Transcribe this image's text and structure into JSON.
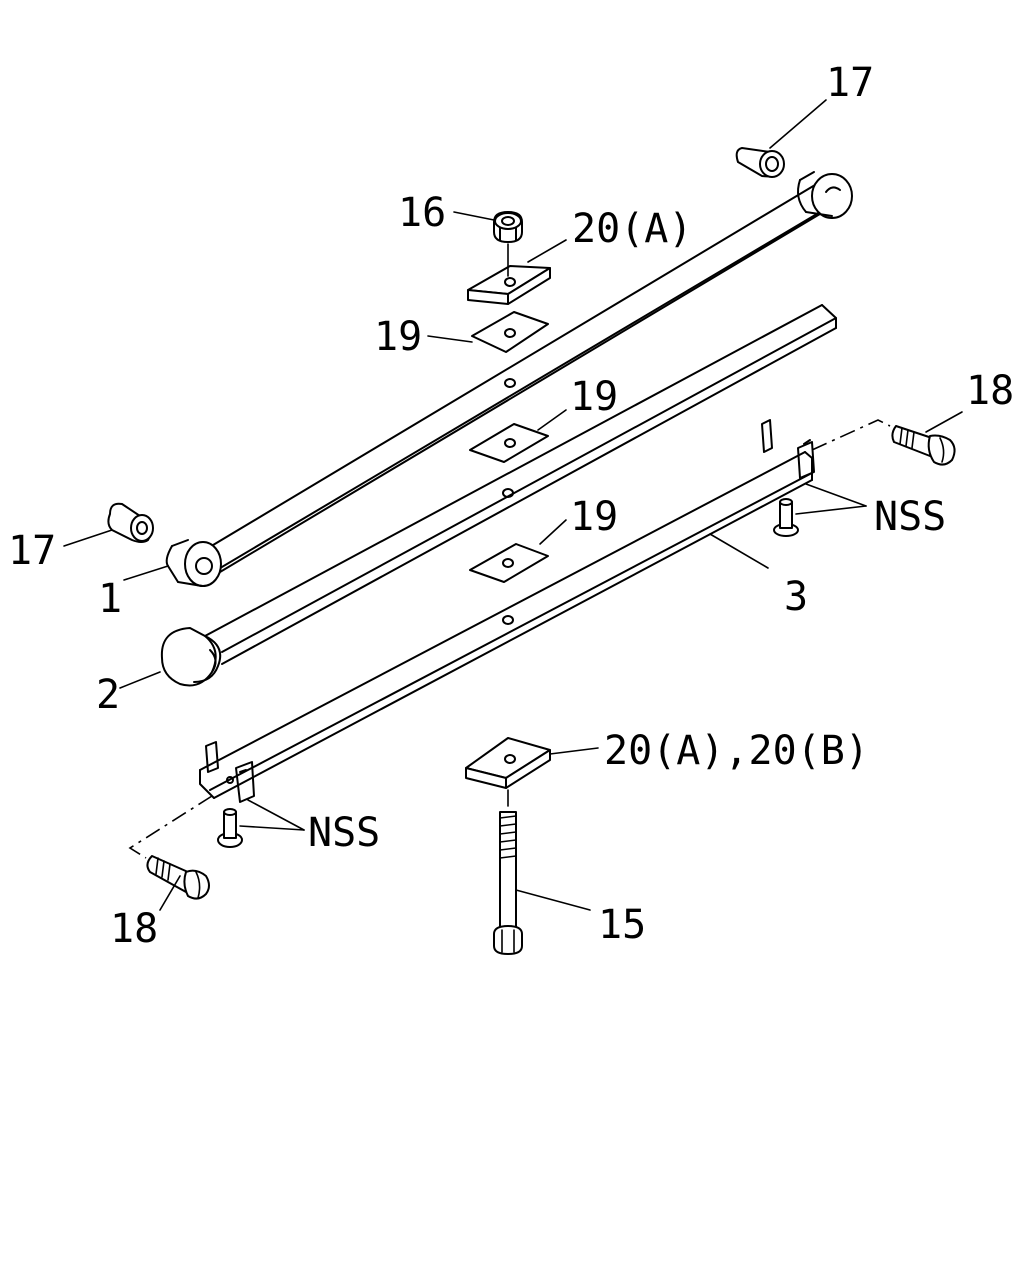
{
  "labels": {
    "l17_top": "17",
    "l17_left": "17",
    "l16": "16",
    "l20a": "20(A)",
    "l19_a": "19",
    "l19_b": "19",
    "l19_c": "19",
    "l18_right": "18",
    "l18_left": "18",
    "lnss_right": "NSS",
    "lnss_left": "NSS",
    "l1": "1",
    "l2": "2",
    "l3": "3",
    "l20ab": "20(A),20(B)",
    "l15": "15"
  }
}
